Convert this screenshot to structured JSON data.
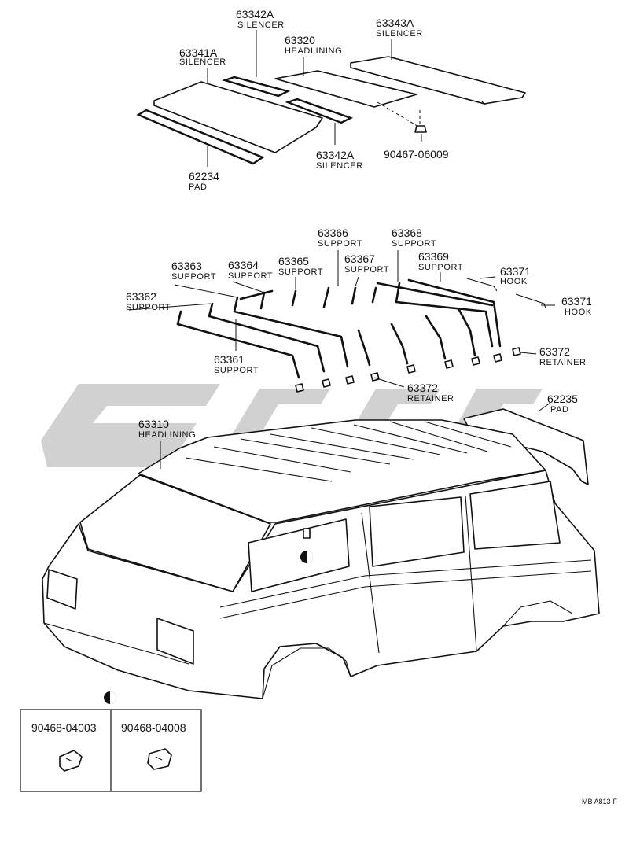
{
  "labels": {
    "p63342A_top": {
      "num": "63342A",
      "name": "SILENCER"
    },
    "p63320": {
      "num": "63320",
      "name": "HEADLINING"
    },
    "p63343A": {
      "num": "63343A",
      "name": "SILENCER"
    },
    "p63341A": {
      "num": "63341A",
      "name": "SILENCER"
    },
    "p63342A_bottom": {
      "num": "63342A",
      "name": "SILENCER"
    },
    "p90467": {
      "num": "90467-06009"
    },
    "p62234": {
      "num": "62234",
      "name": "PAD"
    },
    "p63366": {
      "num": "63366",
      "name": "SUPPORT"
    },
    "p63368": {
      "num": "63368",
      "name": "SUPPORT"
    },
    "p63363": {
      "num": "63363",
      "name": "SUPPORT"
    },
    "p63364": {
      "num": "63364",
      "name": "SUPPORT"
    },
    "p63365": {
      "num": "63365",
      "name": "SUPPORT"
    },
    "p63367": {
      "num": "63367",
      "name": "SUPPORT"
    },
    "p63369": {
      "num": "63369",
      "name": "SUPPORT"
    },
    "p63371_a": {
      "num": "63371",
      "name": "HOOK"
    },
    "p63362": {
      "num": "63362",
      "name": "SUPPORT"
    },
    "p63371_b": {
      "num": "63371",
      "name": "HOOK"
    },
    "p63361": {
      "num": "63361",
      "name": "SUPPORT"
    },
    "p63372_a": {
      "num": "63372",
      "name": "RETAINER"
    },
    "p63372_b": {
      "num": "63372",
      "name": "RETAINER"
    },
    "p62235": {
      "num": "62235",
      "name": "PAD"
    },
    "p63310": {
      "num": "63310",
      "name": "HEADLINING"
    }
  },
  "inset": {
    "left_part": "90468-04003",
    "right_part": "90468-04008"
  },
  "footer_code": "MB  A813-F"
}
